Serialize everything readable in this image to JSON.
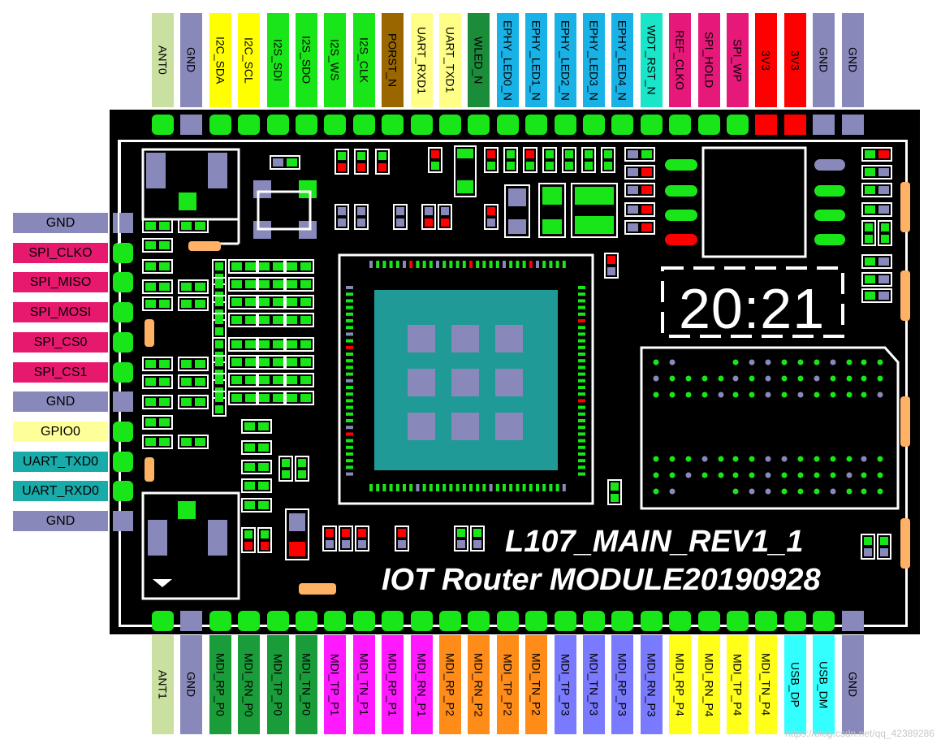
{
  "colors": {
    "board": "#000000",
    "pad_green": "#19e619",
    "pad_gray": "#8888bb",
    "pad_red": "#ff0000",
    "silk": "#ffffff",
    "orange": "#ffb266",
    "chip": "#1f9a97"
  },
  "top_pins": [
    {
      "label": "ANT0",
      "color": "#c9e0a0",
      "pad": "green"
    },
    {
      "label": "GND",
      "color": "#8888bb",
      "pad": "gray"
    },
    {
      "label": "I2C_SDA",
      "color": "#ffff00",
      "pad": "green"
    },
    {
      "label": "I2C_SCL",
      "color": "#ffff00",
      "pad": "green"
    },
    {
      "label": "I2S_SDI",
      "color": "#19e619",
      "pad": "green"
    },
    {
      "label": "I2S_SDO",
      "color": "#19e619",
      "pad": "green"
    },
    {
      "label": "I2S_WS",
      "color": "#19e619",
      "pad": "green"
    },
    {
      "label": "I2S_CLK",
      "color": "#19e619",
      "pad": "green"
    },
    {
      "label": "PORST_N",
      "color": "#996600",
      "pad": "green"
    },
    {
      "label": "UART_RXD1",
      "color": "#ffff88",
      "pad": "green"
    },
    {
      "label": "UART_TXD1",
      "color": "#ffff88",
      "pad": "green"
    },
    {
      "label": "WLED_N",
      "color": "#1a8c3a",
      "pad": "green"
    },
    {
      "label": "EPHY_LED0_N",
      "color": "#19b2e6",
      "pad": "green"
    },
    {
      "label": "EPHY_LED1_N",
      "color": "#19b2e6",
      "pad": "green"
    },
    {
      "label": "EPHY_LED2_N",
      "color": "#19b2e6",
      "pad": "green"
    },
    {
      "label": "EPHY_LED3_N",
      "color": "#19b2e6",
      "pad": "green"
    },
    {
      "label": "EPHY_LED4_N",
      "color": "#19b2e6",
      "pad": "green"
    },
    {
      "label": "WDT_RST_N",
      "color": "#19e6c8",
      "pad": "green"
    },
    {
      "label": "REF_CLKO",
      "color": "#e6197a",
      "pad": "green"
    },
    {
      "label": "SPI_HOLD",
      "color": "#e6197a",
      "pad": "green"
    },
    {
      "label": "SPI_WP",
      "color": "#e6197a",
      "pad": "green"
    },
    {
      "label": "3V3",
      "color": "#ff0000",
      "pad": "red"
    },
    {
      "label": "3V3",
      "color": "#ff0000",
      "pad": "red"
    },
    {
      "label": "GND",
      "color": "#8888bb",
      "pad": "gray"
    },
    {
      "label": "GND",
      "color": "#8888bb",
      "pad": "gray"
    }
  ],
  "bottom_pins": [
    {
      "label": "ANT1",
      "color": "#c9e0a0",
      "pad": "green"
    },
    {
      "label": "GND",
      "color": "#8888bb",
      "pad": "gray"
    },
    {
      "label": "MDI_RP_P0",
      "color": "#1a9c3a",
      "pad": "green"
    },
    {
      "label": "MDI_RN_P0",
      "color": "#1a9c3a",
      "pad": "green"
    },
    {
      "label": "MDI_TP_P0",
      "color": "#1a9c3a",
      "pad": "green"
    },
    {
      "label": "MDI_TN_P0",
      "color": "#1a9c3a",
      "pad": "green"
    },
    {
      "label": "MDI_TP_P1",
      "color": "#ff19ff",
      "pad": "green"
    },
    {
      "label": "MDI_TN_P1",
      "color": "#ff19ff",
      "pad": "green"
    },
    {
      "label": "MDI_RP_P1",
      "color": "#ff19ff",
      "pad": "green"
    },
    {
      "label": "MDI_RN_P1",
      "color": "#ff19ff",
      "pad": "green"
    },
    {
      "label": "MDI_RP_P2",
      "color": "#ff8c19",
      "pad": "green"
    },
    {
      "label": "MDI_RN_P2",
      "color": "#ff8c19",
      "pad": "green"
    },
    {
      "label": "MDI_TP_P2",
      "color": "#ff8c19",
      "pad": "green"
    },
    {
      "label": "MDI_TN_P2",
      "color": "#ff8c19",
      "pad": "green"
    },
    {
      "label": "MDI_TP_P3",
      "color": "#7a7aff",
      "pad": "green"
    },
    {
      "label": "MDI_TN_P3",
      "color": "#7a7aff",
      "pad": "green"
    },
    {
      "label": "MDI_RP_P3",
      "color": "#7a7aff",
      "pad": "green"
    },
    {
      "label": "MDI_RN_P3",
      "color": "#7a7aff",
      "pad": "green"
    },
    {
      "label": "MDI_RP_P4",
      "color": "#ffff19",
      "pad": "green"
    },
    {
      "label": "MDI_RN_P4",
      "color": "#ffff19",
      "pad": "green"
    },
    {
      "label": "MDI_TP_P4",
      "color": "#ffff19",
      "pad": "green"
    },
    {
      "label": "MDI_TN_P4",
      "color": "#ffff19",
      "pad": "green"
    },
    {
      "label": "USB_DP",
      "color": "#33ffff",
      "pad": "green"
    },
    {
      "label": "USB_DM",
      "color": "#33ffff",
      "pad": "green"
    },
    {
      "label": "GND",
      "color": "#8888bb",
      "pad": "gray"
    }
  ],
  "left_pins": [
    {
      "label": "GND",
      "color": "#8888bb",
      "pad": "gray"
    },
    {
      "label": "SPI_CLKO",
      "color": "#e6196e",
      "pad": "green"
    },
    {
      "label": "SPI_MISO",
      "color": "#e6196e",
      "pad": "green"
    },
    {
      "label": "SPI_MOSI",
      "color": "#e6196e",
      "pad": "green"
    },
    {
      "label": "SPI_CS0",
      "color": "#e6196e",
      "pad": "green"
    },
    {
      "label": "SPI_CS1",
      "color": "#e6196e",
      "pad": "green"
    },
    {
      "label": "GND",
      "color": "#8888bb",
      "pad": "gray"
    },
    {
      "label": "GPIO0",
      "color": "#ffff99",
      "pad": "green"
    },
    {
      "label": "UART_TXD0",
      "color": "#19aaaa",
      "pad": "green"
    },
    {
      "label": "UART_RXD0",
      "color": "#19aaaa",
      "pad": "green"
    },
    {
      "label": "GND",
      "color": "#8888bb",
      "pad": "gray"
    }
  ],
  "board_text": {
    "line1": "L107_MAIN_REV1_1",
    "line2": "IOT Router MODULE20190928",
    "clock": "20:21"
  },
  "watermark": "https://blog.csdn.net/qq_42389286"
}
